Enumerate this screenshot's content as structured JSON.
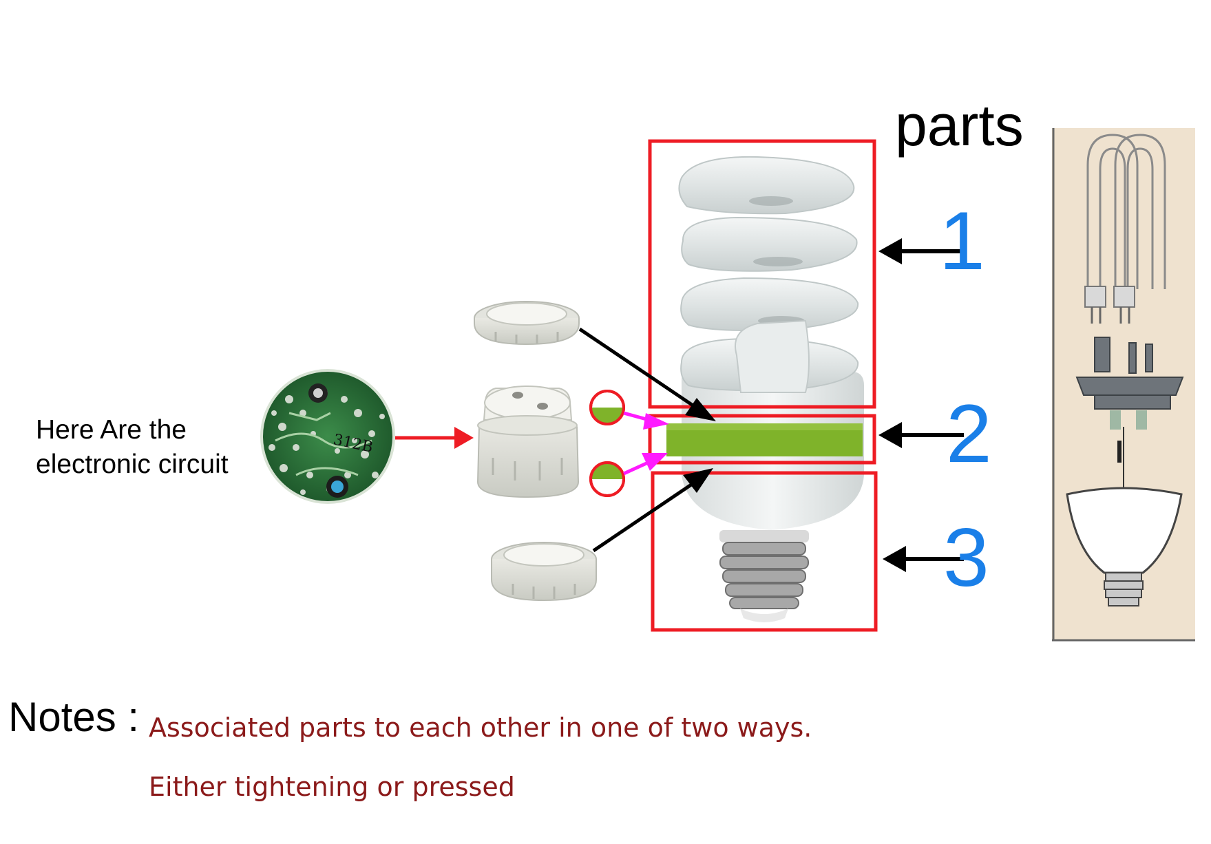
{
  "title": "parts",
  "circuit_label": {
    "line1": "Here Are the",
    "line2": "electronic circuit"
  },
  "callouts": [
    "1",
    "2",
    "3"
  ],
  "notes": {
    "heading": "Notes :",
    "line1": "Associated parts to each other in one of two ways.",
    "line2": "Either tightening or pressed"
  },
  "pcb_marking": "312B",
  "colors": {
    "box": "#ee1c24",
    "callout_number": "#1a7fe8",
    "note_text": "#8b1a1a",
    "connector_arrow": "#ff1aff",
    "circuit_arrow": "#ee1c24",
    "lamp_band": "#7fb32a",
    "pcb": "#2f7a3e",
    "schematic_bg": "#efe2cf"
  },
  "icons": [
    "pcb-board-icon",
    "lamp-holder-icon",
    "retaining-ring-icon",
    "spiral-cfl-bulb-icon",
    "exploded-lamp-schematic-icon"
  ]
}
